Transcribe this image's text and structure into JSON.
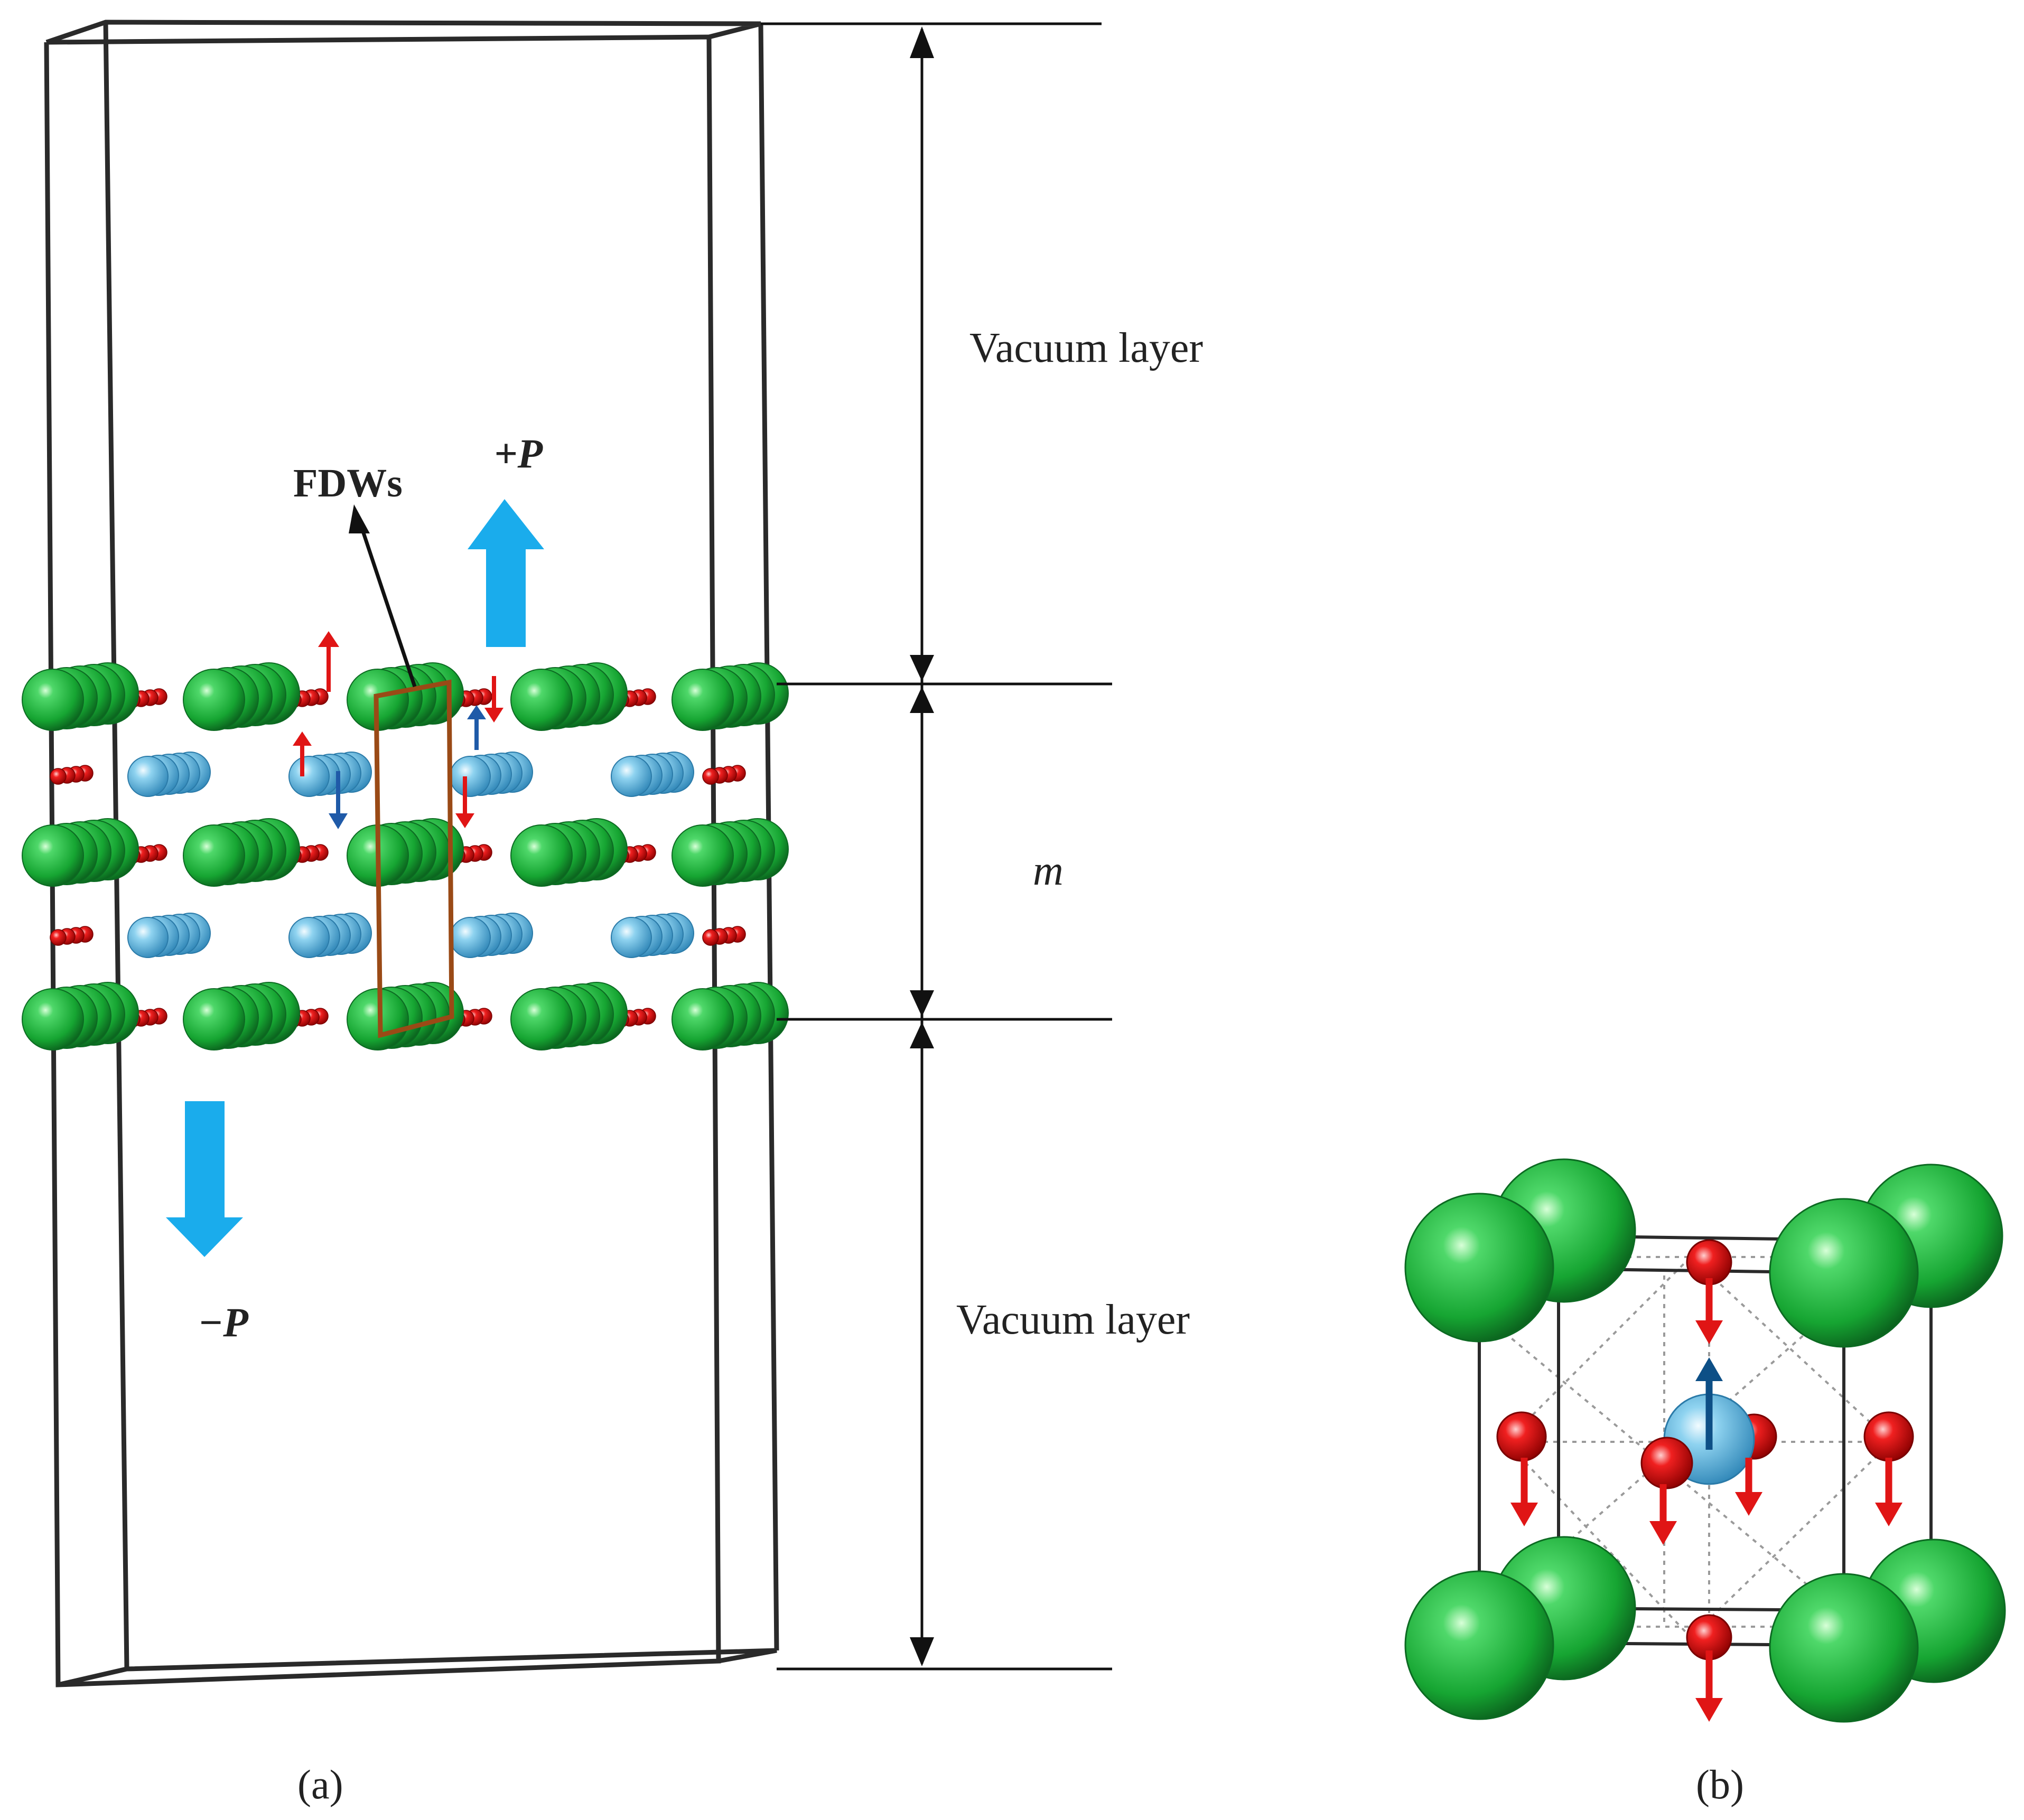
{
  "panel_a": {
    "vacuum_top_label": "Vacuum layer",
    "vacuum_bottom_label": "Vacuum layer",
    "slab_label": "m",
    "fdw_label": "FDWs",
    "plus_p_label": "+P",
    "minus_p_label": "−P",
    "caption": "(a)"
  },
  "panel_b": {
    "caption": "(b)"
  },
  "colors": {
    "green_atom": "#1fae3a",
    "blue_atom": "#6fc3e6",
    "red_atom": "#e01515",
    "polarization_arrow": "#1aacec",
    "domain_wall_box": "#9a4a16",
    "dark_blue_arrow": "#0d4f86"
  }
}
